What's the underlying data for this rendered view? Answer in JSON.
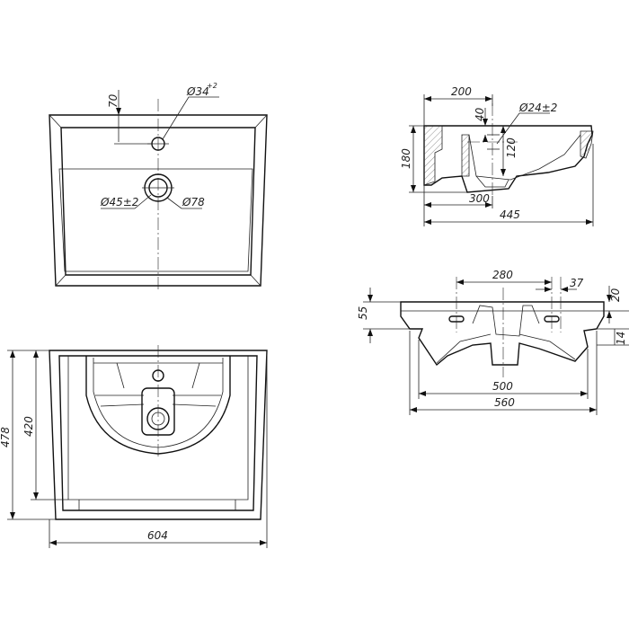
{
  "dimensions": {
    "top_view": {
      "tap_offset": "70",
      "tap_hole": "Ø34",
      "tap_hole_tol": "+2",
      "drain_hole": "Ø45±2",
      "drain_outer": "Ø78"
    },
    "side_section": {
      "depth_to_drain": "200",
      "rim_40": "40",
      "overflow": "Ø24±2",
      "height_180": "180",
      "height_120": "120",
      "drain_300": "300",
      "depth_445": "445"
    },
    "front_view": {
      "fix_280": "280",
      "fix_37": "37",
      "h_55": "55",
      "h_20": "20",
      "h_14": "14",
      "w_500": "500",
      "w_560": "560"
    },
    "bottom_view": {
      "h_478": "478",
      "h_420": "420",
      "w_604": "604"
    }
  }
}
